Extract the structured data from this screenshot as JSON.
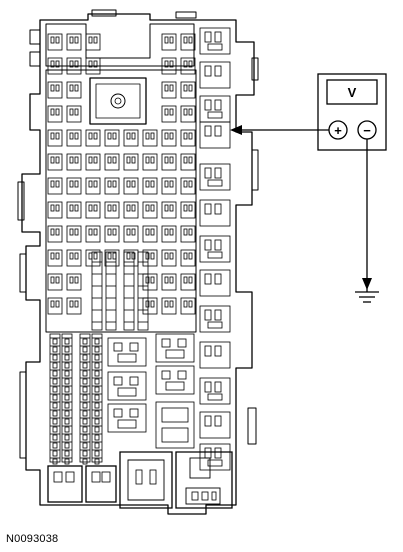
{
  "figure": {
    "reference_id": "N0093038"
  },
  "voltmeter": {
    "display_symbol": "V",
    "positive_symbol": "+",
    "negative_symbol": "−"
  },
  "components": {
    "fuse_box": "fuse-relay-junction-box",
    "meter": "voltmeter",
    "ground": "ground-symbol"
  },
  "colors": {
    "line": "#000000",
    "background": "#ffffff"
  }
}
